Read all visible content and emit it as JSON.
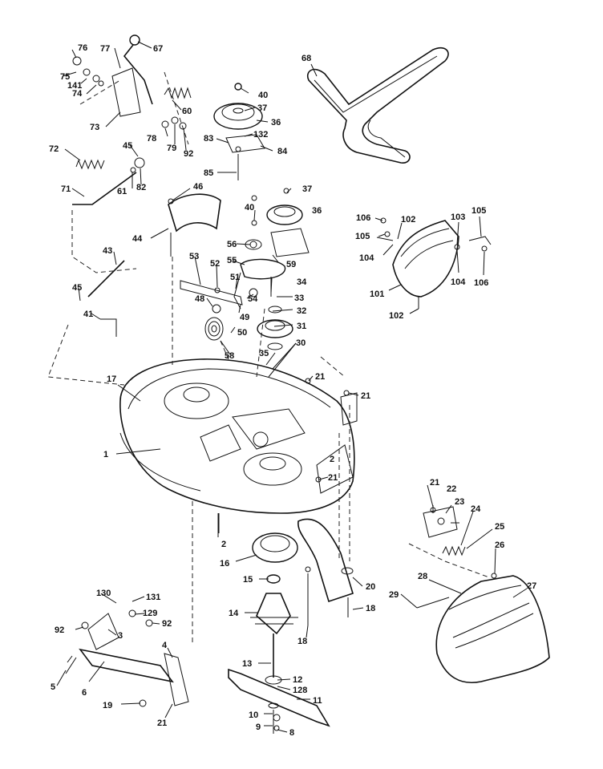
{
  "parts": [
    {
      "id": "p1",
      "label": "1"
    },
    {
      "id": "p2a",
      "label": "2"
    },
    {
      "id": "p2b",
      "label": "2"
    },
    {
      "id": "p3",
      "label": "3"
    },
    {
      "id": "p4",
      "label": "4"
    },
    {
      "id": "p5",
      "label": "5"
    },
    {
      "id": "p6",
      "label": "6"
    },
    {
      "id": "p8",
      "label": "8"
    },
    {
      "id": "p9",
      "label": "9"
    },
    {
      "id": "p10",
      "label": "10"
    },
    {
      "id": "p11",
      "label": "11"
    },
    {
      "id": "p12",
      "label": "12"
    },
    {
      "id": "p13",
      "label": "13"
    },
    {
      "id": "p14",
      "label": "14"
    },
    {
      "id": "p15",
      "label": "15"
    },
    {
      "id": "p16",
      "label": "16"
    },
    {
      "id": "p17",
      "label": "17"
    },
    {
      "id": "p18a",
      "label": "18"
    },
    {
      "id": "p18b",
      "label": "18"
    },
    {
      "id": "p19",
      "label": "19"
    },
    {
      "id": "p20",
      "label": "20"
    },
    {
      "id": "p21a",
      "label": "21"
    },
    {
      "id": "p21b",
      "label": "21"
    },
    {
      "id": "p21c",
      "label": "21"
    },
    {
      "id": "p21d",
      "label": "21"
    },
    {
      "id": "p21e",
      "label": "21"
    },
    {
      "id": "p22",
      "label": "22"
    },
    {
      "id": "p23",
      "label": "23"
    },
    {
      "id": "p24",
      "label": "24"
    },
    {
      "id": "p25",
      "label": "25"
    },
    {
      "id": "p26",
      "label": "26"
    },
    {
      "id": "p27",
      "label": "27"
    },
    {
      "id": "p28",
      "label": "28"
    },
    {
      "id": "p29",
      "label": "29"
    },
    {
      "id": "p30",
      "label": "30"
    },
    {
      "id": "p31",
      "label": "31"
    },
    {
      "id": "p32",
      "label": "32"
    },
    {
      "id": "p33",
      "label": "33"
    },
    {
      "id": "p34",
      "label": "34"
    },
    {
      "id": "p35",
      "label": "35"
    },
    {
      "id": "p36a",
      "label": "36"
    },
    {
      "id": "p36b",
      "label": "36"
    },
    {
      "id": "p37a",
      "label": "37"
    },
    {
      "id": "p37b",
      "label": "37"
    },
    {
      "id": "p40a",
      "label": "40"
    },
    {
      "id": "p40b",
      "label": "40"
    },
    {
      "id": "p41",
      "label": "41"
    },
    {
      "id": "p43",
      "label": "43"
    },
    {
      "id": "p44",
      "label": "44"
    },
    {
      "id": "p45a",
      "label": "45"
    },
    {
      "id": "p45b",
      "label": "45"
    },
    {
      "id": "p46",
      "label": "46"
    },
    {
      "id": "p48",
      "label": "48"
    },
    {
      "id": "p49",
      "label": "49"
    },
    {
      "id": "p50",
      "label": "50"
    },
    {
      "id": "p51",
      "label": "51"
    },
    {
      "id": "p52",
      "label": "52"
    },
    {
      "id": "p53",
      "label": "53"
    },
    {
      "id": "p54",
      "label": "54"
    },
    {
      "id": "p55",
      "label": "55"
    },
    {
      "id": "p56",
      "label": "56"
    },
    {
      "id": "p58",
      "label": "58"
    },
    {
      "id": "p59",
      "label": "59"
    },
    {
      "id": "p60",
      "label": "60"
    },
    {
      "id": "p61",
      "label": "61"
    },
    {
      "id": "p67",
      "label": "67"
    },
    {
      "id": "p68",
      "label": "68"
    },
    {
      "id": "p71",
      "label": "71"
    },
    {
      "id": "p72",
      "label": "72"
    },
    {
      "id": "p73",
      "label": "73"
    },
    {
      "id": "p74",
      "label": "74"
    },
    {
      "id": "p75",
      "label": "75"
    },
    {
      "id": "p76",
      "label": "76"
    },
    {
      "id": "p77",
      "label": "77"
    },
    {
      "id": "p78",
      "label": "78"
    },
    {
      "id": "p79",
      "label": "79"
    },
    {
      "id": "p82",
      "label": "82"
    },
    {
      "id": "p83",
      "label": "83"
    },
    {
      "id": "p84",
      "label": "84"
    },
    {
      "id": "p85",
      "label": "85"
    },
    {
      "id": "p92a",
      "label": "92"
    },
    {
      "id": "p92b",
      "label": "92"
    },
    {
      "id": "p92c",
      "label": "92"
    },
    {
      "id": "p101",
      "label": "101"
    },
    {
      "id": "p102a",
      "label": "102"
    },
    {
      "id": "p102b",
      "label": "102"
    },
    {
      "id": "p103",
      "label": "103"
    },
    {
      "id": "p104a",
      "label": "104"
    },
    {
      "id": "p104b",
      "label": "104"
    },
    {
      "id": "p105a",
      "label": "105"
    },
    {
      "id": "p105b",
      "label": "105"
    },
    {
      "id": "p106a",
      "label": "106"
    },
    {
      "id": "p106b",
      "label": "106"
    },
    {
      "id": "p128",
      "label": "128"
    },
    {
      "id": "p129",
      "label": "129"
    },
    {
      "id": "p130",
      "label": "130"
    },
    {
      "id": "p131",
      "label": "131"
    },
    {
      "id": "p132",
      "label": "132"
    },
    {
      "id": "p141",
      "label": "141"
    }
  ],
  "colors": {
    "ink": "#111111",
    "background": "#ffffff"
  }
}
